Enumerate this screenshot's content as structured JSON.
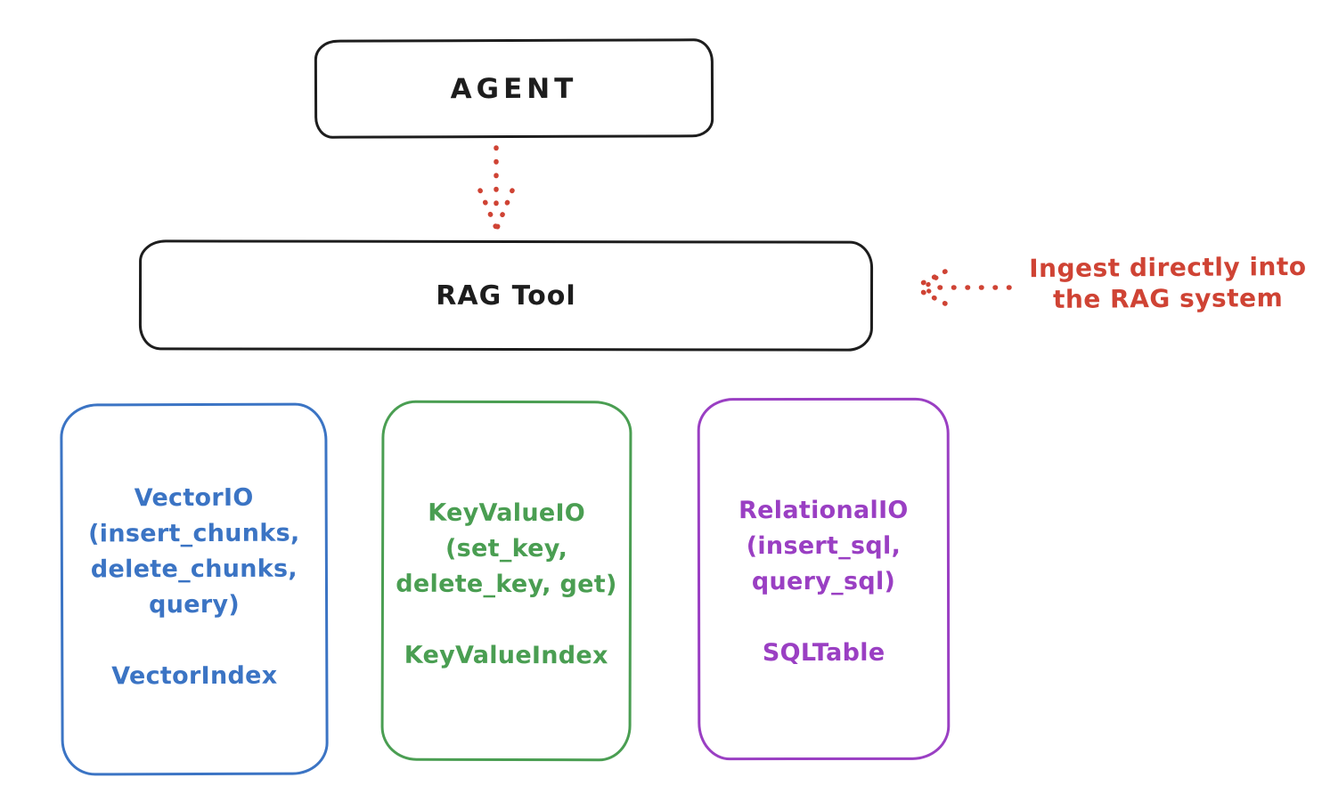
{
  "diagram": {
    "agent": {
      "label": "AGENT"
    },
    "rag_tool": {
      "label": "RAG Tool"
    },
    "annotation": {
      "line1": "Ingest directly into",
      "line2": "the RAG system"
    },
    "storage": {
      "vector": {
        "title": "VectorIO",
        "params_line1": "(insert_chunks,",
        "params_line2": "delete_chunks,",
        "params_line3": "query)",
        "index": "VectorIndex"
      },
      "keyvalue": {
        "title": "KeyValueIO",
        "params_line1": "(set_key,",
        "params_line2": "delete_key, get)",
        "index": "KeyValueIndex"
      },
      "relational": {
        "title": "RelationalIO",
        "params_line1": "(insert_sql,",
        "params_line2": "query_sql)",
        "index": "SQLTable"
      }
    },
    "icons": {
      "down_arrow": "dotted-arrow-down-icon",
      "left_arrow": "dotted-arrow-left-icon"
    },
    "colors": {
      "ink": "#1d1d1d",
      "red": "#cf4334",
      "blue": "#3b74c4",
      "green": "#4a9e52",
      "purple": "#9a3fc3",
      "background": "#ffffff"
    }
  }
}
